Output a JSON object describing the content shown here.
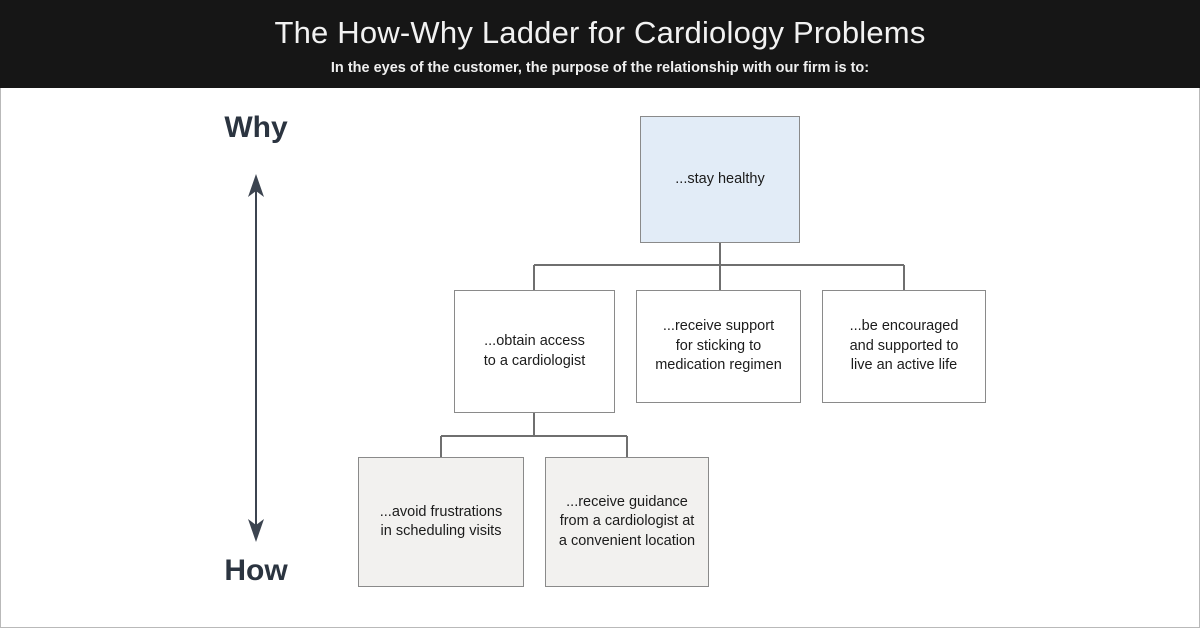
{
  "header": {
    "title": "The How-Why Ladder for Cardiology Problems",
    "subtitle": "In the eyes of the customer, the purpose of the relationship with our firm is to:",
    "background_color": "#161616",
    "text_color": "#f2f2f2"
  },
  "axis": {
    "top_label": "Why",
    "bottom_label": "How",
    "label_color": "#2b3440",
    "arrow_color": "#3c4450",
    "arrow_direction": "double-headed-vertical"
  },
  "diagram": {
    "type": "hierarchy-tree",
    "levels": 3,
    "colors": {
      "level1_fill": "#e2ecf7",
      "level2_fill": "#ffffff",
      "level3_fill": "#f2f1ef",
      "node_border": "#8a8a8a",
      "connector": "#6f6f6f"
    },
    "nodes": {
      "root": {
        "id": "stay-healthy",
        "text": "...stay healthy",
        "level": 1
      },
      "level2": [
        {
          "id": "obtain-access",
          "text": "...obtain access to a cardiologist",
          "lines": [
            "...obtain access",
            "to a cardiologist"
          ],
          "level": 2
        },
        {
          "id": "receive-support",
          "text": "...receive support for sticking to medication regimen",
          "lines": [
            "...receive support",
            "for sticking to",
            "medication regimen"
          ],
          "level": 2
        },
        {
          "id": "be-encouraged",
          "text": "...be encouraged and supported to live an active life",
          "lines": [
            "...be encouraged",
            "and supported to",
            "live an active life"
          ],
          "level": 2
        }
      ],
      "level3": [
        {
          "id": "avoid-frustrations",
          "text": "...avoid frustrations in scheduling visits",
          "lines": [
            "...avoid frustrations",
            "in scheduling visits"
          ],
          "parent": "obtain-access",
          "level": 3
        },
        {
          "id": "receive-guidance",
          "text": "...receive guidance from a cardiologist at a convenient location",
          "lines": [
            "...receive guidance",
            "from a cardiologist at",
            "a convenient location"
          ],
          "parent": "obtain-access",
          "level": 3
        }
      ]
    }
  }
}
